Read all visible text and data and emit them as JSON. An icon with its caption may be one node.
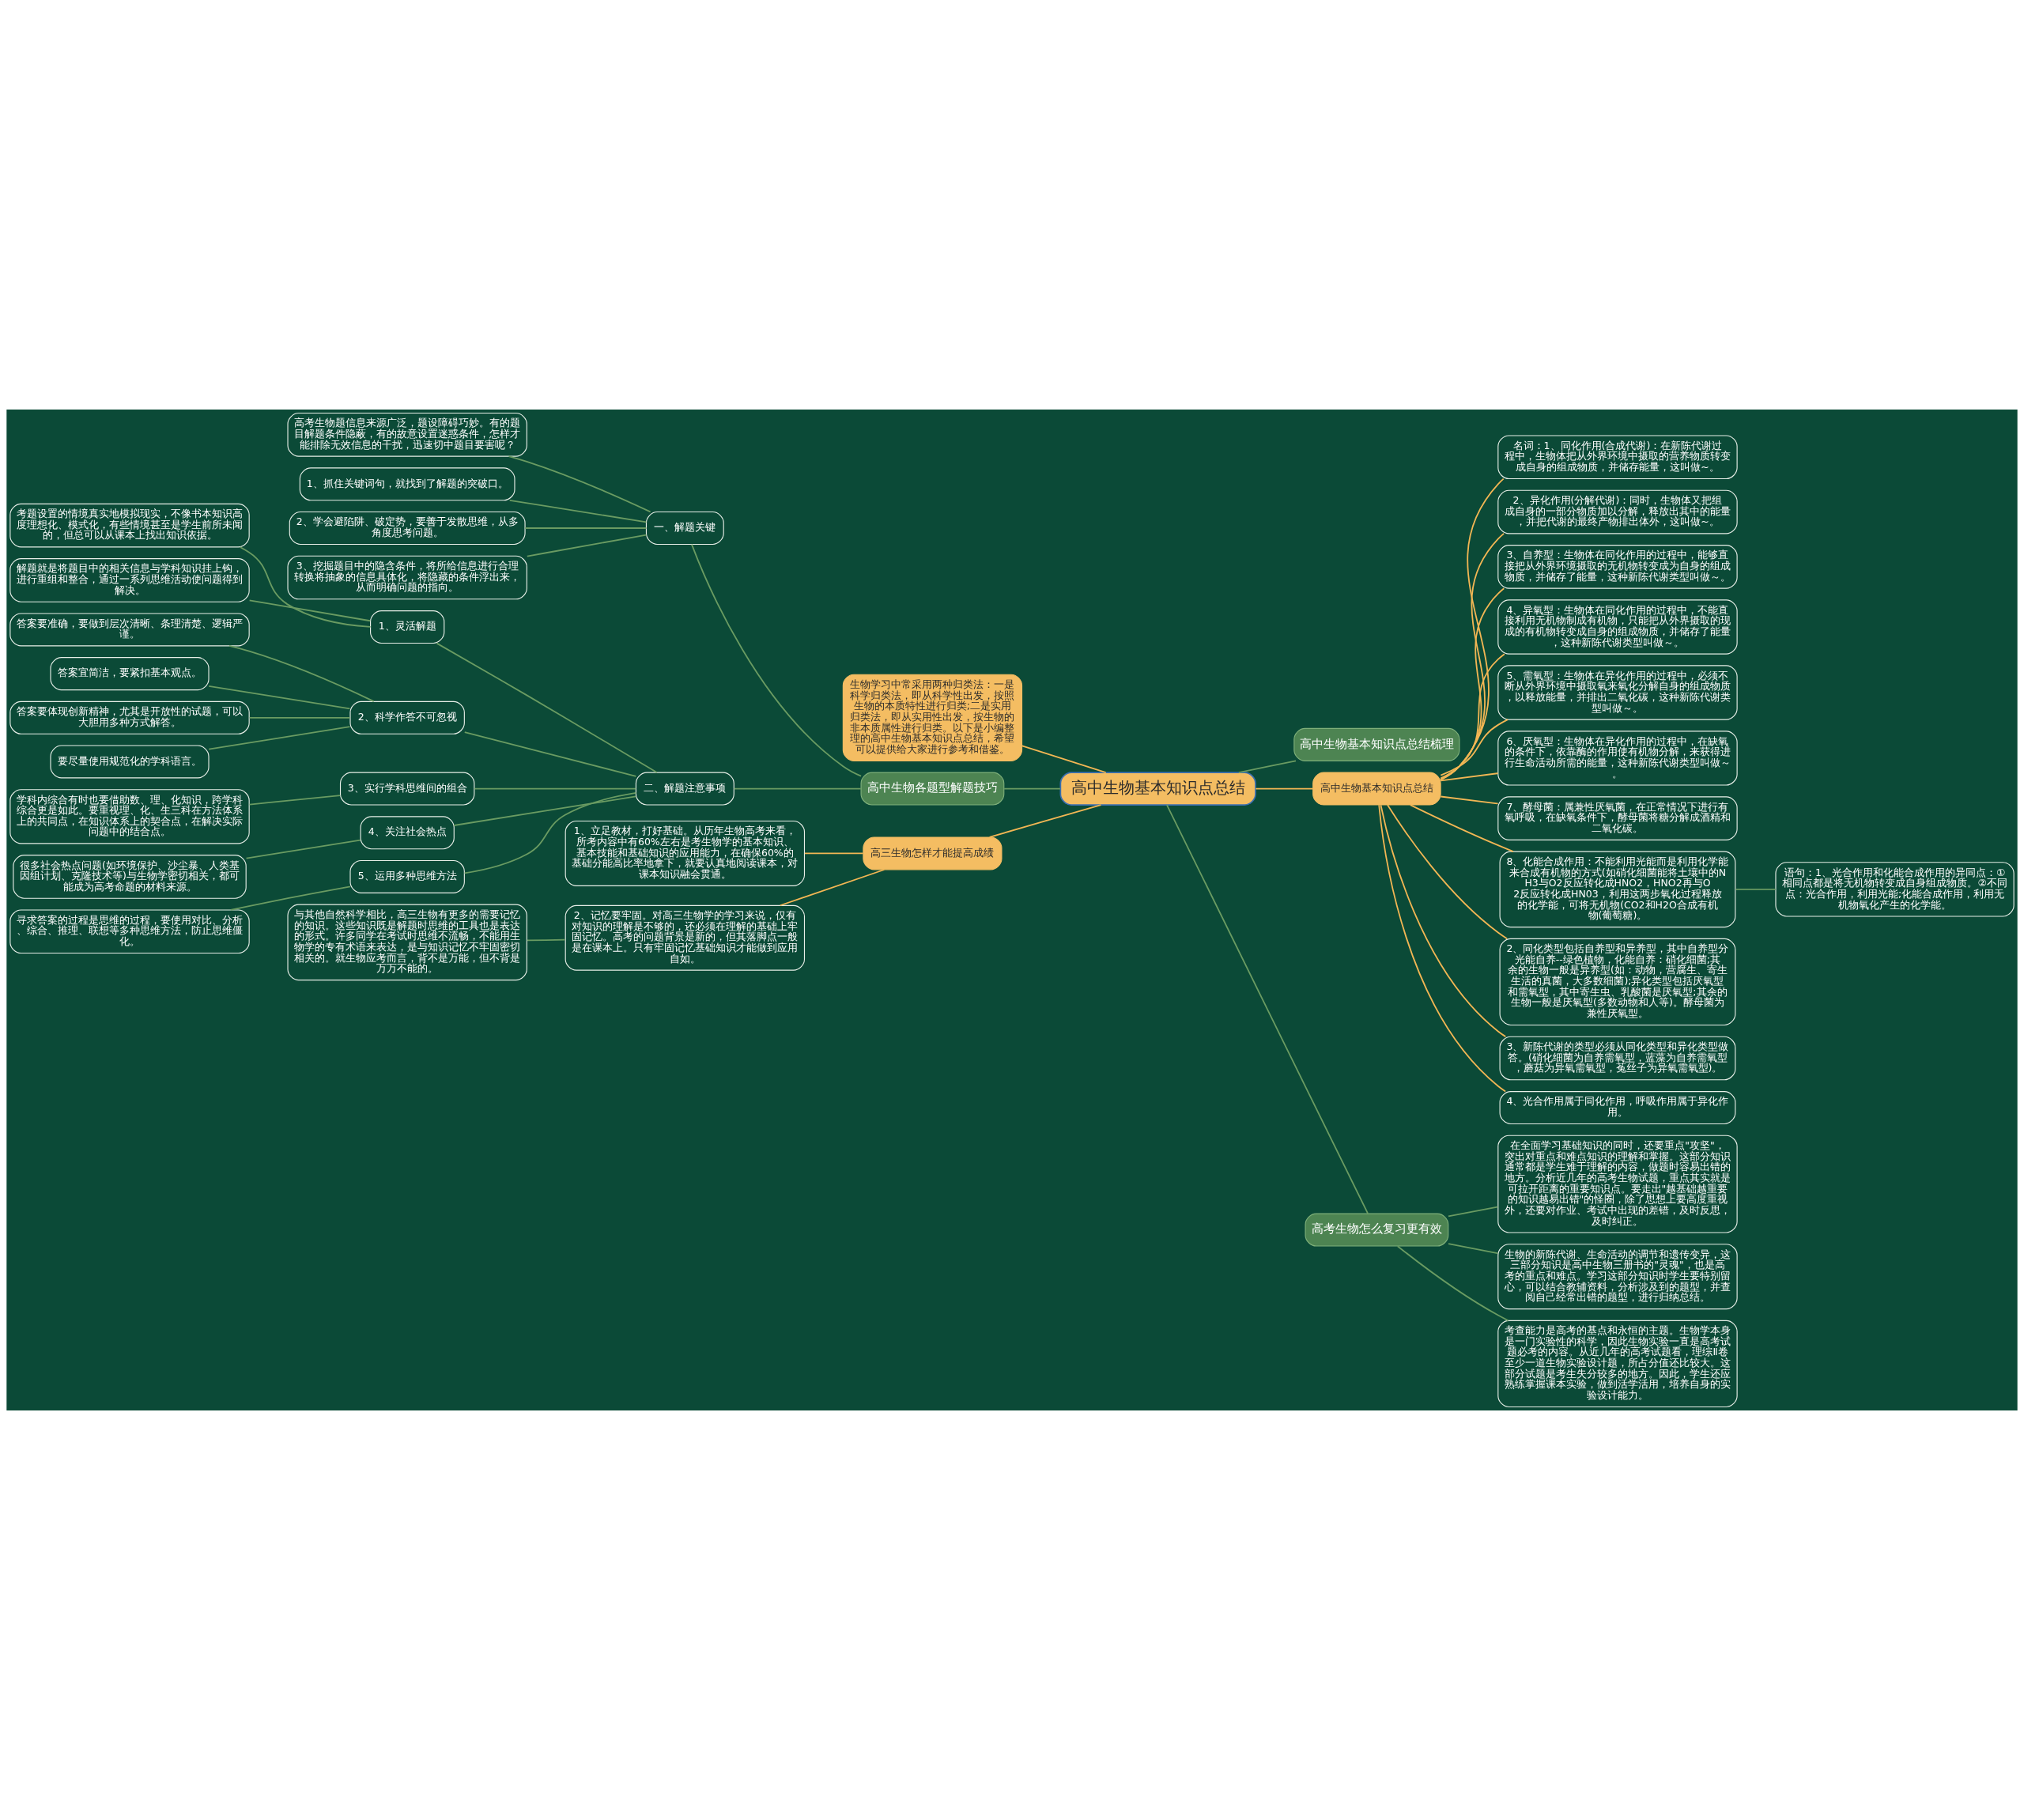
{
  "diagram": {
    "nodes": [
      {
        "text": [
          "高中生物基本知识点总结"
        ]
      },
      {
        "text": [
          "生物学习中常采用两种归类法：一是科学归类法，即从科学性出发，按照生物的本质特性进行归类;二是实用归类法，即从实用性出发，按生物的非本质属性进行归类。以下是小编整理的高中生物基本知识点总结，希望可以提供给大家进行参考和借鉴。"
        ]
      },
      {
        "text": [
          "高中生物基本知识点总结梳理"
        ]
      },
      {
        "text": [
          "高中生物各题型解题技巧"
        ]
      },
      {
        "text": [
          "一、解题关键"
        ]
      },
      {
        "text": [
          "高考生物题信息来源广泛，题设障碍巧妙。有的题目解题条件隐蔽，有的故意设置迷惑条件，怎样才能排除无效信息的干扰，迅速切中题目要害呢？"
        ]
      },
      {
        "text": [
          "1、抓住关键词句，就找到了解题的突破口。"
        ]
      },
      {
        "text": [
          "2、学会避陷阱、破定势，要善于发散思维，从多角度思考问题。"
        ]
      },
      {
        "text": [
          "3、挖掘题目中的隐含条件，将所给信息进行合理转换将抽象的信息具体化，将隐藏的条件浮出来，从而明确问题的指向。"
        ]
      },
      {
        "text": [
          "二、解题注意事项"
        ]
      },
      {
        "text": [
          "1、灵活解题"
        ]
      },
      {
        "text": [
          "考题设置的情境真实地模拟现实，不像书本知识高度理想化、模式化，有些情境甚至是学生前所未闻的，但总可以从课本上找出知识依据。"
        ]
      },
      {
        "text": [
          "解题就是将题目中的相关信息与学科知识挂上钩，进行重组和整合，通过一系列思维活动使问题得到解决。"
        ]
      },
      {
        "text": [
          "2、科学作答不可忽视"
        ]
      },
      {
        "text": [
          "答案要准确，要做到层次清晰、条理清楚、逻辑严谨。"
        ]
      },
      {
        "text": [
          "答案宜简洁，要紧扣基本观点。"
        ]
      },
      {
        "text": [
          "答案要体现创新精神，尤其是开放性的试题，可以大胆用多种方式解答。"
        ]
      },
      {
        "text": [
          "要尽量使用规范化的学科语言。"
        ]
      },
      {
        "text": [
          "3、实行学科思维间的组合"
        ]
      },
      {
        "text": [
          "学科内综合有时也要借助数、理、化知识，跨学科综合更是如此。要重视理、化、生三科在方法体系上的共同点，在知识体系上的契合点，在解决实际问题中的结合点。"
        ]
      },
      {
        "text": [
          "4、关注社会热点"
        ]
      },
      {
        "text": [
          "很多社会热点问题(如环境保护、沙尘暴、人类基因组计划、克隆技术等)与生物学密切相关，都可能成为高考命题的材料来源。"
        ]
      },
      {
        "text": [
          "5、运用多种思维方法"
        ]
      },
      {
        "text": [
          "寻求答案的过程是思维的过程，要使用对比、分析、综合、推理、联想等多种思维方法，防止思维僵化。"
        ]
      },
      {
        "text": [
          "高三生物怎样才能提高成绩"
        ]
      },
      {
        "text": [
          "1、立足教材，打好基础。从历年生物高考来看，所考内容中有60%左右是考生物学的基本知识、基本技能和基础知识的应用能力，在确保60%的基础分能高比率地拿下，就要认真地阅读课本，对课本知识融会贯通。"
        ]
      },
      {
        "text": [
          "2、记忆要牢固。对高三生物学的学习来说，仅有对知识的理解是不够的，还必须在理解的基础上牢固记忆。高考的问题背景是新的，但其落脚点一般是在课本上。只有牢固记忆基础知识才能做到应用自如。"
        ]
      },
      {
        "text": [
          "与其他自然科学相比，高三生物有更多的需要记忆的知识。这些知识既是解题时思维的工具也是表达的形式。许多同学在考试时思维不流畅，不能用生物学的专有术语来表达，是与知识记忆不牢固密切相关的。就生物应考而言，背不是万能，但不背是万万不能的。"
        ]
      },
      {
        "text": [
          "高中生物基本知识点总结"
        ]
      },
      {
        "text": [
          "名词：1、同化作用(合成代谢)：在新陈代谢过程中，生物体把从外界环境中摄取的营养物质转变成自身的组成物质，并储存能量，这叫做~。"
        ]
      },
      {
        "text": [
          "2、异化作用(分解代谢)：同时，生物体又把组成自身的一部分物质加以分解，释放出其中的能量，并把代谢的最终产物排出体外，这叫做~。"
        ]
      },
      {
        "text": [
          "3、自养型：生物体在同化作用的过程中，能够直接把从外界环境摄取的无机物转变成为自身的组成物质，并储存了能量，这种新陈代谢类型叫做～。"
        ]
      },
      {
        "text": [
          "4、异氧型：生物体在同化作用的过程中，不能直接利用无机物制成有机物，只能把从外界摄取的现成的有机物转变成自身的组成物质，并储存了能量，这种新陈代谢类型叫做～。"
        ]
      },
      {
        "text": [
          "5、需氧型：生物体在异化作用的过程中，必须不断从外界环境中摄取氧来氧化分解自身的组成物质，以释放能量，并排出二氧化碳，这种新陈代谢类型叫做～。"
        ]
      },
      {
        "text": [
          "6、厌氧型：生物体在异化作用的过程中，在缺氧的条件下，依靠酶的作用使有机物分解，来获得进行生命活动所需的能量，这种新陈代谢类型叫做～。"
        ]
      },
      {
        "text": [
          "7、酵母菌：属兼性厌氧菌，在正常情况下进行有氧呼吸，在缺氧条件下，酵母菌将糖分解成酒精和二氧化碳。"
        ]
      },
      {
        "text": [
          "8、化能合成作用：不能利用光能而是利用化学能来合成有机物的方式(如硝化细菌能将土壤中的NH3与O2反应转化成HNO2，HNO2再与O2反应转化成HN03，利用这两步氧化过程释放的化学能，可将无机物(CO2和H2O合成有机物(葡萄糖)。"
        ]
      },
      {
        "text": [
          "语句：1、光合作用和化能合成作用的异同点：①相同点都是将无机物转变成自身组成物质。②不同点：光合作用，利用光能;化能合成作用，利用无机物氧化产生的化学能。"
        ]
      },
      {
        "text": [
          "2、同化类型包括自养型和异养型，其中自养型分光能自养--绿色植物，化能自养：硝化细菌;其余的生物一般是异养型(如：动物，营腐生、寄生生活的真菌，大多数细菌);异化类型包括厌氧型和需氧型，其中寄生虫、乳酸菌是厌氧型;其余的生物一般是厌氧型(多数动物和人等)。酵母菌为兼性厌氧型。"
        ]
      },
      {
        "text": [
          "3、新陈代谢的类型必须从同化类型和异化类型做答。(硝化细菌为自养需氧型，蓝藻为自养需氧型，蘑菇为异氧需氧型，菟丝子为异氧需氧型)。"
        ]
      },
      {
        "text": [
          "4、光合作用属于同化作用，呼吸作用属于异化作用。"
        ]
      },
      {
        "text": [
          "高考生物怎么复习更有效"
        ]
      },
      {
        "text": [
          "在全面学习基础知识的同时，还要重点\"攻坚\"，突出对重点和难点知识的理解和掌握。这部分知识通常都是学生难于理解的内容，做题时容易出错的地方。分析近几年的高考生物试题，重点其实就是可拉开距离的重要知识点。要走出\"越基础越重要的知识越易出错\"的怪圈，除了思想上要高度重视外，还要对作业、考试中出现的差错，及时反思，及时纠正。"
        ]
      },
      {
        "text": [
          "生物的新陈代谢、生命活动的调节和遗传变异，这三部分知识是高中生物三册书的\"灵魂\"，也是高考的重点和难点。学习这部分知识时学生要特别留心，可以结合教辅资料，分析涉及到的题型，并查阅自己经常出错的题型，进行归纳总结。"
        ]
      },
      {
        "text": [
          "考查能力是高考的基点和永恒的主题。生物学本身是一门实验性的科学，因此生物实验一直是高考试题必考的内容。从近几年的高考试题看，理综Ⅱ卷至少一道生物实验设计题，所占分值还比较大。这部分试题是考生失分较多的地方。因此，学生还应熟练掌握课本实验，做到活学活用，培养自身的实验设计能力。"
        ]
      }
    ],
    "edges": [
      {
        "from": 0,
        "to": 1,
        "arrow": "none",
        "color": "#f2b654"
      },
      {
        "from": 0,
        "to": 2,
        "arrow": "none"
      },
      {
        "from": 0,
        "to": 3,
        "arrow": "none"
      },
      {
        "from": 3,
        "to": 4,
        "arrow": "none"
      },
      {
        "from": 4,
        "to": 5,
        "arrow": "none"
      },
      {
        "from": 4,
        "to": 6,
        "arrow": "none"
      },
      {
        "from": 4,
        "to": 7,
        "arrow": "none"
      },
      {
        "from": 4,
        "to": 8,
        "arrow": "none"
      },
      {
        "from": 3,
        "to": 9,
        "arrow": "none"
      },
      {
        "from": 9,
        "to": 10,
        "arrow": "none"
      },
      {
        "from": 10,
        "to": 11,
        "arrow": "none"
      },
      {
        "from": 10,
        "to": 12,
        "arrow": "none"
      },
      {
        "from": 9,
        "to": 13,
        "arrow": "none"
      },
      {
        "from": 13,
        "to": 14,
        "arrow": "none"
      },
      {
        "from": 13,
        "to": 15,
        "arrow": "none"
      },
      {
        "from": 13,
        "to": 16,
        "arrow": "none"
      },
      {
        "from": 13,
        "to": 17,
        "arrow": "none"
      },
      {
        "from": 9,
        "to": 18,
        "arrow": "none"
      },
      {
        "from": 18,
        "to": 19,
        "arrow": "none"
      },
      {
        "from": 9,
        "to": 20,
        "arrow": "none"
      },
      {
        "from": 20,
        "to": 21,
        "arrow": "none"
      },
      {
        "from": 9,
        "to": 22,
        "arrow": "none"
      },
      {
        "from": 22,
        "to": 23,
        "arrow": "none"
      },
      {
        "from": 0,
        "to": 24,
        "arrow": "none",
        "color": "#f2b654"
      },
      {
        "from": 24,
        "to": 25,
        "arrow": "none",
        "color": "#f2b654"
      },
      {
        "from": 24,
        "to": 26,
        "arrow": "none",
        "color": "#f2b654"
      },
      {
        "from": 26,
        "to": 27,
        "arrow": "none"
      },
      {
        "from": 0,
        "to": 28,
        "arrow": "none",
        "color": "#f2b654"
      },
      {
        "from": 28,
        "to": 29,
        "arrow": "none",
        "color": "#f2b654"
      },
      {
        "from": 28,
        "to": 30,
        "arrow": "none",
        "color": "#f2b654"
      },
      {
        "from": 28,
        "to": 31,
        "arrow": "none",
        "color": "#f2b654"
      },
      {
        "from": 28,
        "to": 32,
        "arrow": "none",
        "color": "#f2b654"
      },
      {
        "from": 28,
        "to": 33,
        "arrow": "none",
        "color": "#f2b654"
      },
      {
        "from": 28,
        "to": 34,
        "arrow": "none",
        "color": "#f2b654"
      },
      {
        "from": 28,
        "to": 35,
        "arrow": "none",
        "color": "#f2b654"
      },
      {
        "from": 28,
        "to": 36,
        "arrow": "none",
        "color": "#f2b654"
      },
      {
        "from": 36,
        "to": 37,
        "arrow": "none"
      },
      {
        "from": 28,
        "to": 38,
        "arrow": "none",
        "color": "#f2b654"
      },
      {
        "from": 28,
        "to": 39,
        "arrow": "none",
        "color": "#f2b654"
      },
      {
        "from": 28,
        "to": 40,
        "arrow": "none",
        "color": "#f2b654"
      },
      {
        "from": 0,
        "to": 41,
        "arrow": "none"
      },
      {
        "from": 41,
        "to": 42,
        "arrow": "none"
      },
      {
        "from": 41,
        "to": 43,
        "arrow": "none"
      },
      {
        "from": 41,
        "to": 44,
        "arrow": "none"
      }
    ]
  }
}
